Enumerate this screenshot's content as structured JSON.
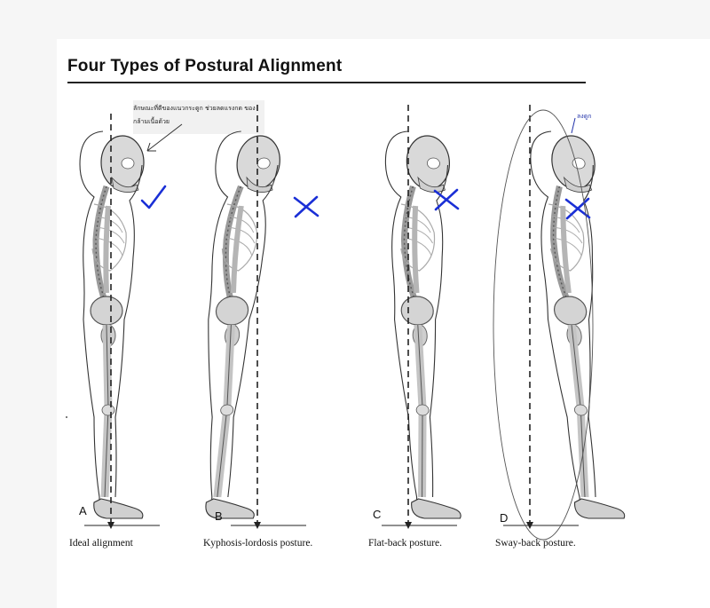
{
  "title": "Four Types of Postural Alignment",
  "note_top": "ลักษณะที่ดีของแนวกระดูก ช่วยลดแรงกด ของกล้ามเนื้อด้วย",
  "note_right": "ลงดูก",
  "figures": [
    {
      "letter": "A",
      "caption": "Ideal alignment",
      "mark": "check"
    },
    {
      "letter": "B",
      "caption": "Kyphosis-lordosis posture.",
      "mark": "cross"
    },
    {
      "letter": "C",
      "caption": "Flat-back posture.",
      "mark": "cross"
    },
    {
      "letter": "D",
      "caption": "Sway-back posture.",
      "mark": "cross"
    }
  ],
  "colors": {
    "ink": "#222222",
    "bone": "#bcbcbc",
    "marker": "#1a2fd6",
    "note": "#2233aa"
  }
}
